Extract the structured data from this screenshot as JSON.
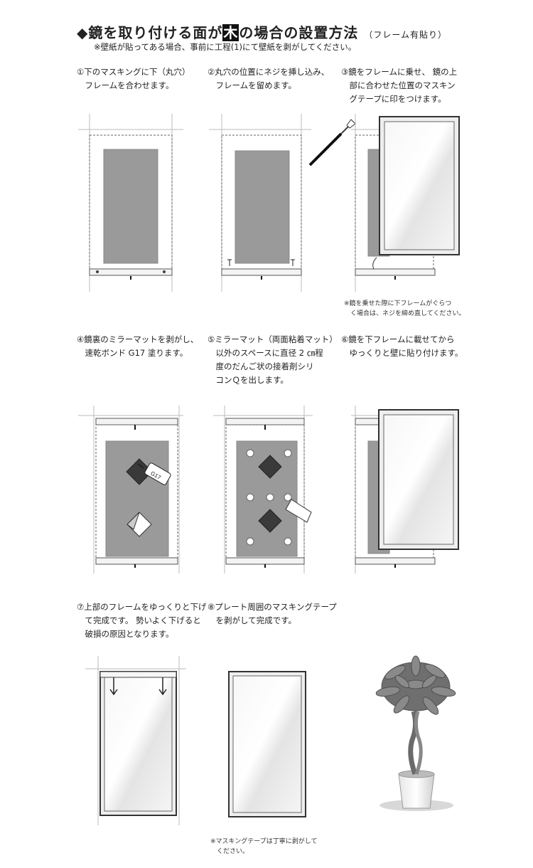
{
  "header": {
    "title_pre": "◆鏡を取り付ける面が",
    "title_highlight": "木",
    "title_post": "の場合の設置方法",
    "title_sub": "（フレーム有貼り）",
    "note": "※壁紙が貼ってある場合、事前に工程(1)にて壁紙を剥がしてください。"
  },
  "steps": [
    {
      "text": "①下のマスキングに下（丸穴）\n　フレームを合わせます。"
    },
    {
      "text": "②丸穴の位置にネジを挿し込み、\n　フレームを留めます。"
    },
    {
      "text": "③鏡をフレームに乗せ、 鏡の上\n　部に合わせた位置のマスキン\n　グテープに印をつけます。"
    },
    {
      "text": "④鏡裏のミラーマットを剥がし、\n　速乾ボンド G17 塗ります。"
    },
    {
      "text": "⑤ミラーマット（両面粘着マット）\n　以外のスペースに直径 2 ㎝程\n　度のだんご状の接着剤シリ\n　コンＱを出します。"
    },
    {
      "text": "⑥鏡を下フレームに載せてから\n　ゆっくりと壁に貼り付けます。"
    },
    {
      "text": "⑦上部のフレームをゆっくりと下げ\n　て完成です。 勢いよく下げると\n　破損の原因となります。"
    },
    {
      "text": "⑧プレート周囲のマスキングテープ\n　を剥がして完成です。"
    }
  ],
  "notes": {
    "step3_note": "※鏡を乗せた際に下フレームがぐらつ\n　く場合は、ネジを締め直してください。",
    "bottom_note": "※マスキングテープは丁寧に剥がして\n　ください。"
  },
  "glue_label": "G17"
}
